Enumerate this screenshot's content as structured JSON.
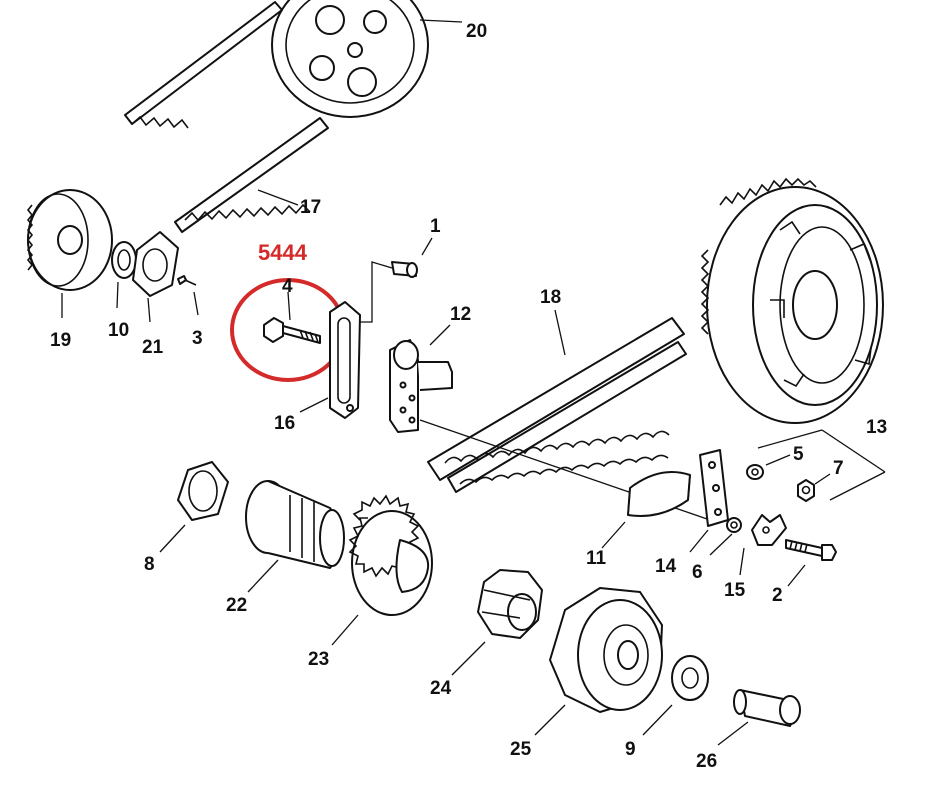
{
  "highlight": {
    "label": "5444",
    "color": "#d42a2a",
    "part_number": "4"
  },
  "callouts": [
    "1",
    "2",
    "3",
    "4",
    "5",
    "6",
    "7",
    "8",
    "9",
    "10",
    "11",
    "12",
    "13",
    "14",
    "15",
    "16",
    "17",
    "18",
    "19",
    "20",
    "21",
    "22",
    "23",
    "24",
    "25",
    "26"
  ],
  "line_color": "#111111",
  "background": "#ffffff"
}
